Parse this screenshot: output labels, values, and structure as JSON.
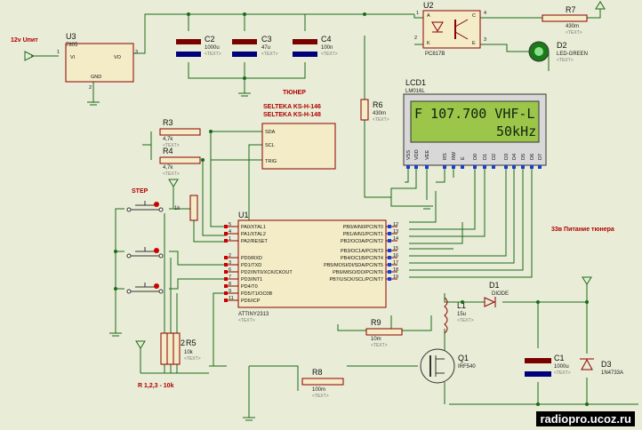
{
  "power": {
    "input_label": "12v Uпит",
    "supply_label": "33в Питание тюнера"
  },
  "u3": {
    "ref": "U3",
    "part": "7805",
    "vi": "VI",
    "vo": "VO",
    "gnd": "GND",
    "pin1": "1",
    "pin2": "2",
    "pin3": "3"
  },
  "caps": [
    {
      "ref": "C2",
      "value": "1000u"
    },
    {
      "ref": "C3",
      "value": "47u"
    },
    {
      "ref": "C4",
      "value": "100n"
    }
  ],
  "text_placeholder": "<TEXT>",
  "u2": {
    "ref": "U2",
    "part": "PC817B",
    "a": "A",
    "k": "K",
    "c": "C",
    "e": "E",
    "p1": "1",
    "p2": "2",
    "p3": "3",
    "p4": "4"
  },
  "r7": {
    "ref": "R7",
    "value": "430m"
  },
  "d2": {
    "ref": "D2",
    "value": "LED-GREEN"
  },
  "tuner": {
    "title": "ТЮНЕР",
    "name1": "SELTEKA KS-H-146",
    "name2": "SELTEKA KS-H-148",
    "sda": "SDA",
    "scl": "SCL",
    "trig": "TRIG"
  },
  "r3": {
    "ref": "R3",
    "value": "4,7k"
  },
  "r4": {
    "ref": "R4",
    "value": "4,7k"
  },
  "r6": {
    "ref": "R6",
    "value": "430m"
  },
  "lcd": {
    "ref": "LCD1",
    "part": "LM016L",
    "line1": "F 107.700  VHF-L",
    "line2": "50kHz",
    "pins": [
      "VSS",
      "VDD",
      "VEE",
      "RS",
      "RW",
      "E",
      "D0",
      "D1",
      "D2",
      "D3",
      "D4",
      "D5",
      "D6",
      "D7"
    ]
  },
  "step_label": "STEP",
  "r1k": {
    "value": "1k"
  },
  "u1": {
    "ref": "U1",
    "part": "ATTINY2313",
    "left": [
      "PA0/XTAL1",
      "PA1/XTAL2",
      "PA2/RESET",
      "PD0/RXD",
      "PD1/TXD",
      "PD2/INT0/XCK/CKOUT",
      "PD3/INT1",
      "PD4/T0",
      "PD5/T1/OC0B",
      "PD6/ICP"
    ],
    "left_nums": [
      "5",
      "4",
      "1",
      "2",
      "3",
      "6",
      "7",
      "8",
      "9",
      "11"
    ],
    "right": [
      "PB0/AIN0/PCINT0",
      "PB1/AIN1/PCINT1",
      "PB2/OC0A/PCINT2",
      "PB3/OC1A/PCINT3",
      "PB4/OC1B/PCINT4",
      "PB5/MOSI/DI/SDA/PCINT5",
      "PB6/MISO/DO/PCINT6",
      "PB7/USCK/SCL/PCINT7"
    ],
    "right_nums": [
      "12",
      "13",
      "14",
      "15",
      "16",
      "17",
      "18",
      "19"
    ]
  },
  "d1": {
    "ref": "D1",
    "part": "DIODE"
  },
  "l1": {
    "ref": "L1",
    "value": "15u"
  },
  "r9": {
    "ref": "R9",
    "value": "10m"
  },
  "r5": {
    "ref": "R5",
    "value": "10k",
    "group": "2"
  },
  "q1": {
    "ref": "Q1",
    "part": "IRF540"
  },
  "r8": {
    "ref": "R8",
    "value": "100m"
  },
  "c1": {
    "ref": "C1",
    "value": "1000u"
  },
  "d3": {
    "ref": "D3",
    "part": "1N4733A"
  },
  "r_note": "R 1,2,3 - 10k",
  "watermark": "radiopro.ucoz.ru"
}
